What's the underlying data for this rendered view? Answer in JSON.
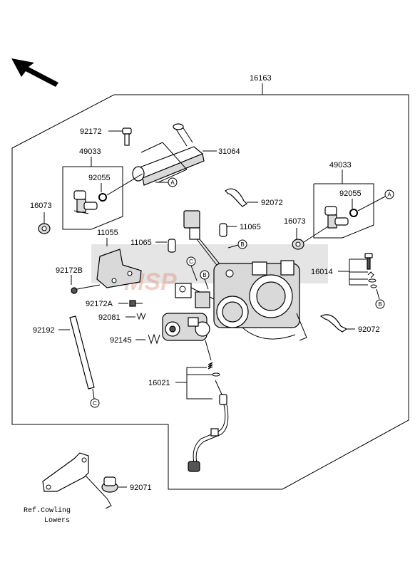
{
  "labels": {
    "p16163": "16163",
    "p92172": "92172",
    "p31064": "31064",
    "p49033_l": "49033",
    "p92055_l": "92055",
    "p16073_l": "16073",
    "p92072_t": "92072",
    "p11065_a": "11065",
    "p49033_r": "49033",
    "p92055_r": "92055",
    "p16073_r": "16073",
    "p11055": "11055",
    "p11065_b": "11065",
    "p92172B": "92172B",
    "p16014": "16014",
    "p92172A": "92172A",
    "p92081": "92081",
    "p92192": "92192",
    "p92072_r": "92072",
    "p92145": "92145",
    "p16021": "16021",
    "p92071": "92071",
    "ref1": "Ref.Cowling",
    "ref2": "Lowers"
  },
  "callouts": {
    "A": "A",
    "B": "B",
    "C": "C"
  },
  "watermark": "MSP",
  "colors": {
    "line": "#000000",
    "watermark": "#e07a5f"
  }
}
